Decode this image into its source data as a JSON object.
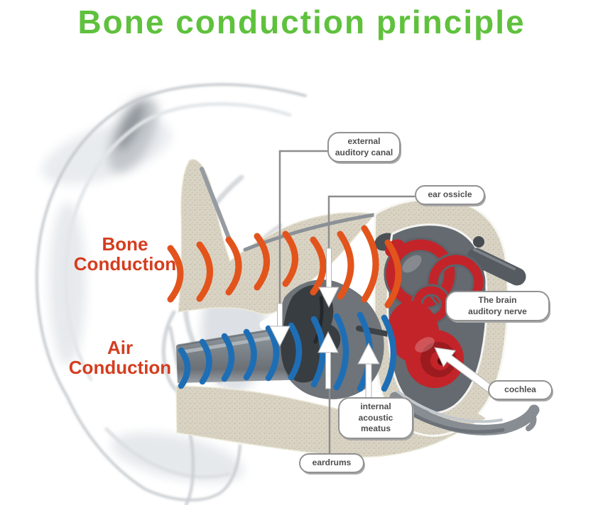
{
  "title": {
    "text": "Bone conduction principle"
  },
  "conduction_labels": {
    "bone": "Bone\nConduction",
    "air": "Air\nConduction"
  },
  "anatomy_labels": {
    "external_auditory_canal": "external\nauditory canal",
    "ear_ossicle": "ear ossicle",
    "brain_auditory_nerve": "The brain\nauditory nerve",
    "cochlea": "cochlea",
    "internal_acoustic_meatus": "internal\nacoustic meatus",
    "eardrums": "eardrums"
  },
  "colors": {
    "title_green": "#5fc13d",
    "conduction_label_red": "#d43d1f",
    "bone_wave_orange": "#e2541c",
    "air_wave_blue": "#1e6eb5",
    "skull_bone_beige": "#d9d3c4",
    "cochlea_red": "#c32429",
    "bubble_text_gray": "#4f4f4f"
  }
}
